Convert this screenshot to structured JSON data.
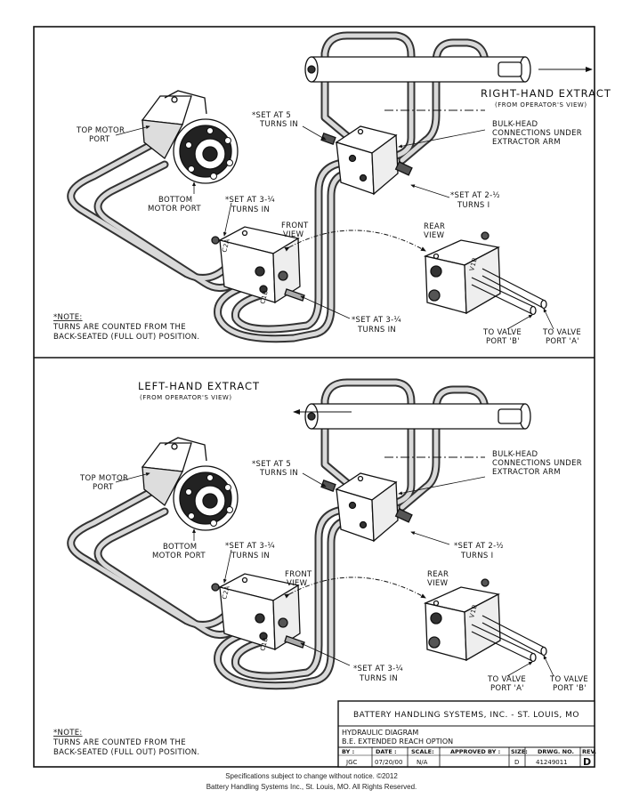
{
  "top": {
    "title": "RIGHT-HAND EXTRACT",
    "subtitle": "(FROM OPERATOR'S VIEW)",
    "bulkhead": [
      "BULK-HEAD",
      "CONNECTIONS UNDER",
      "EXTRACTOR ARM"
    ],
    "set5": [
      "*SET AT 5",
      "TURNS IN"
    ],
    "set2": [
      "*SET AT 2-½",
      "TURNS I"
    ],
    "set3a": [
      "*SET AT 3-¼",
      "TURNS IN"
    ],
    "set3b": [
      "*SET AT 3-¼",
      "TURNS IN"
    ],
    "top_motor": [
      "TOP MOTOR",
      "PORT"
    ],
    "bottom_motor": [
      "BOTTOM",
      "MOTOR PORT"
    ],
    "front_view": [
      "FRONT",
      "VIEW"
    ],
    "rear_view": [
      "REAR",
      "VIEW"
    ],
    "valve1": [
      "TO VALVE",
      "PORT 'B'"
    ],
    "valve2": [
      "TO VALVE",
      "PORT 'A'"
    ],
    "note_head": "*NOTE:",
    "note": [
      "TURNS ARE COUNTED FROM THE",
      "BACK-SEATED (FULL OUT) POSITION."
    ]
  },
  "bottom": {
    "title": "LEFT-HAND EXTRACT",
    "subtitle": "(FROM OPERATOR'S VIEW)",
    "bulkhead": [
      "BULK-HEAD",
      "CONNECTIONS UNDER",
      "EXTRACTOR ARM"
    ],
    "set5": [
      "*SET AT 5",
      "TURNS IN"
    ],
    "set2": [
      "*SET AT 2-½",
      "TURNS I"
    ],
    "set3a": [
      "*SET AT 3-¼",
      "TURNS IN"
    ],
    "set3b": [
      "*SET AT 3-¼",
      "TURNS IN"
    ],
    "top_motor": [
      "TOP MOTOR",
      "PORT"
    ],
    "bottom_motor": [
      "BOTTOM",
      "MOTOR PORT"
    ],
    "front_view": [
      "FRONT",
      "VIEW"
    ],
    "rear_view": [
      "REAR",
      "VIEW"
    ],
    "valve1": [
      "TO VALVE",
      "PORT 'A'"
    ],
    "valve2": [
      "TO VALVE",
      "PORT 'B'"
    ],
    "note_head": "*NOTE:",
    "note": [
      "TURNS ARE COUNTED FROM THE",
      "BACK-SEATED (FULL OUT) POSITION."
    ]
  },
  "port_codes": {
    "c2a": "C2A",
    "c1b": "C1B",
    "v1b": "V1B"
  },
  "title_block": {
    "company": "BATTERY HANDLING SYSTEMS, INC. - ST. LOUIS, MO",
    "line1": "HYDRAULIC DIAGRAM",
    "line2": "B.E. EXTENDED REACH OPTION",
    "headers": {
      "by": "BY :",
      "date": "DATE :",
      "scale": "SCALE:",
      "approved": "APPROVED BY :",
      "size": "SIZE:",
      "drwg": "DRWG. NO.",
      "rev": "REV."
    },
    "values": {
      "by": "JGC",
      "date": "07/20/00",
      "scale": "N/A",
      "approved": "",
      "size": "D",
      "drwg": "41249011",
      "rev": "D"
    }
  },
  "footer": {
    "line1": "Specifications subject to change without notice. ©2012",
    "line2": "Battery Handling Systems Inc., St. Louis, MO.  All Rights Reserved."
  }
}
